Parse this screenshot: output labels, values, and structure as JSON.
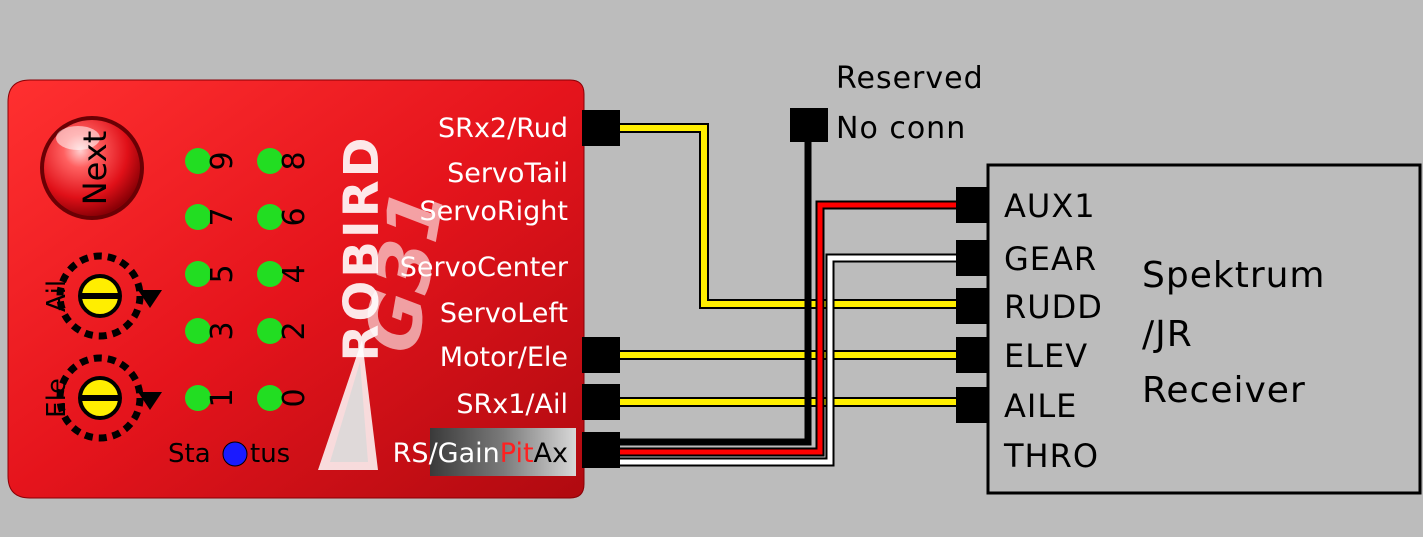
{
  "colors": {
    "background": "#bcbcbc",
    "board": "#e5141c",
    "led_green": "#22dd22",
    "led_blue": "#1a1aff",
    "wire_yellow": "#ffee00",
    "wire_red": "#ff0000",
    "wire_white": "#ffffff",
    "wire_black": "#000000",
    "knob_yellow": "#ffee00",
    "gain_text": "#ffffff",
    "pit_text": "#ff2020",
    "ax_text": "#ffffff"
  },
  "board": {
    "next_button": "Next",
    "knob_ail": "Ail",
    "knob_ele": "Ele",
    "leds": [
      "9",
      "8",
      "7",
      "6",
      "5",
      "4",
      "3",
      "2",
      "1",
      "0"
    ],
    "status_left": "Sta",
    "status_right": "tus",
    "brand": "ROBIRD",
    "model": "G31",
    "ports": [
      "SRx2/Rud",
      "ServoTail",
      "ServoRight",
      "ServoCenter",
      "ServoLeft",
      "Motor/Ele",
      "SRx1/Ail"
    ],
    "rs_port": {
      "prefix": "RS/",
      "gain": "Gain",
      "pit": "Pit",
      "ax": "Ax"
    }
  },
  "reserved": {
    "line1": "Reserved",
    "line2": "No conn"
  },
  "receiver": {
    "channels": [
      "AUX1",
      "GEAR",
      "RUDD",
      "ELEV",
      "AILE",
      "THRO"
    ],
    "title_lines": [
      "Spektrum",
      "/JR",
      "Receiver"
    ]
  }
}
